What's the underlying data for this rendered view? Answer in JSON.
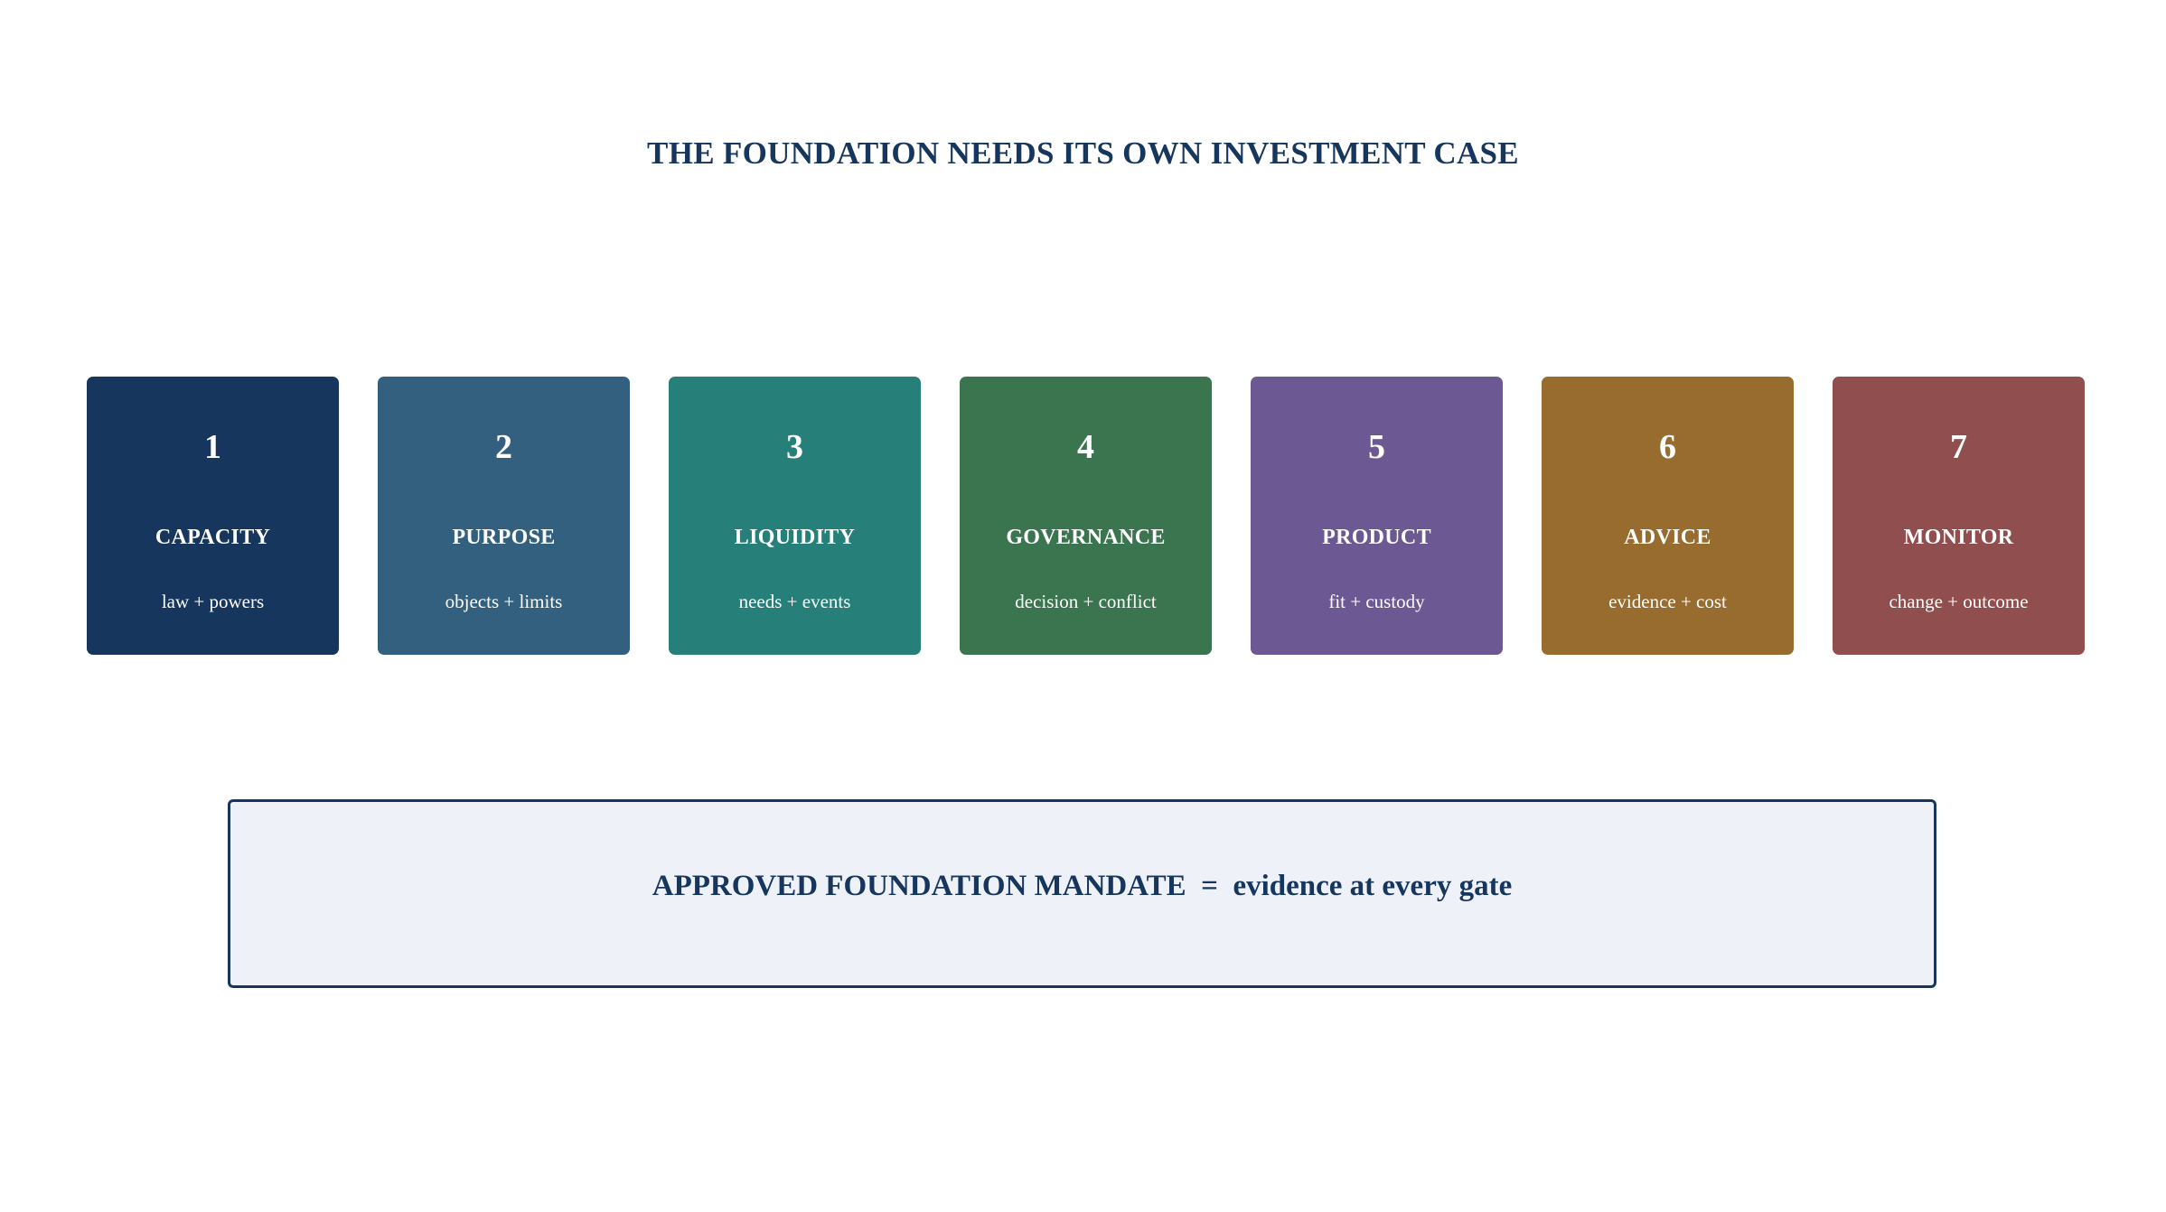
{
  "title": "THE FOUNDATION NEEDS ITS OWN INVESTMENT CASE",
  "steps": [
    {
      "number": "1",
      "name": "CAPACITY",
      "desc": "law + powers",
      "color": "#17365d"
    },
    {
      "number": "2",
      "name": "PURPOSE",
      "desc": "objects + limits",
      "color": "#33607f"
    },
    {
      "number": "3",
      "name": "LIQUIDITY",
      "desc": "needs + events",
      "color": "#267f78"
    },
    {
      "number": "4",
      "name": "GOVERNANCE",
      "desc": "decision + conflict",
      "color": "#3a7550"
    },
    {
      "number": "5",
      "name": "PRODUCT",
      "desc": "fit + custody",
      "color": "#6c5893"
    },
    {
      "number": "6",
      "name": "ADVICE",
      "desc": "evidence + cost",
      "color": "#986b2e"
    },
    {
      "number": "7",
      "name": "MONITOR",
      "desc": "change + outcome",
      "color": "#904e4e"
    }
  ],
  "mandate": {
    "text": "APPROVED FOUNDATION MANDATE  =  evidence at every gate",
    "border_color": "#17365d",
    "background": "#eef1f7"
  }
}
